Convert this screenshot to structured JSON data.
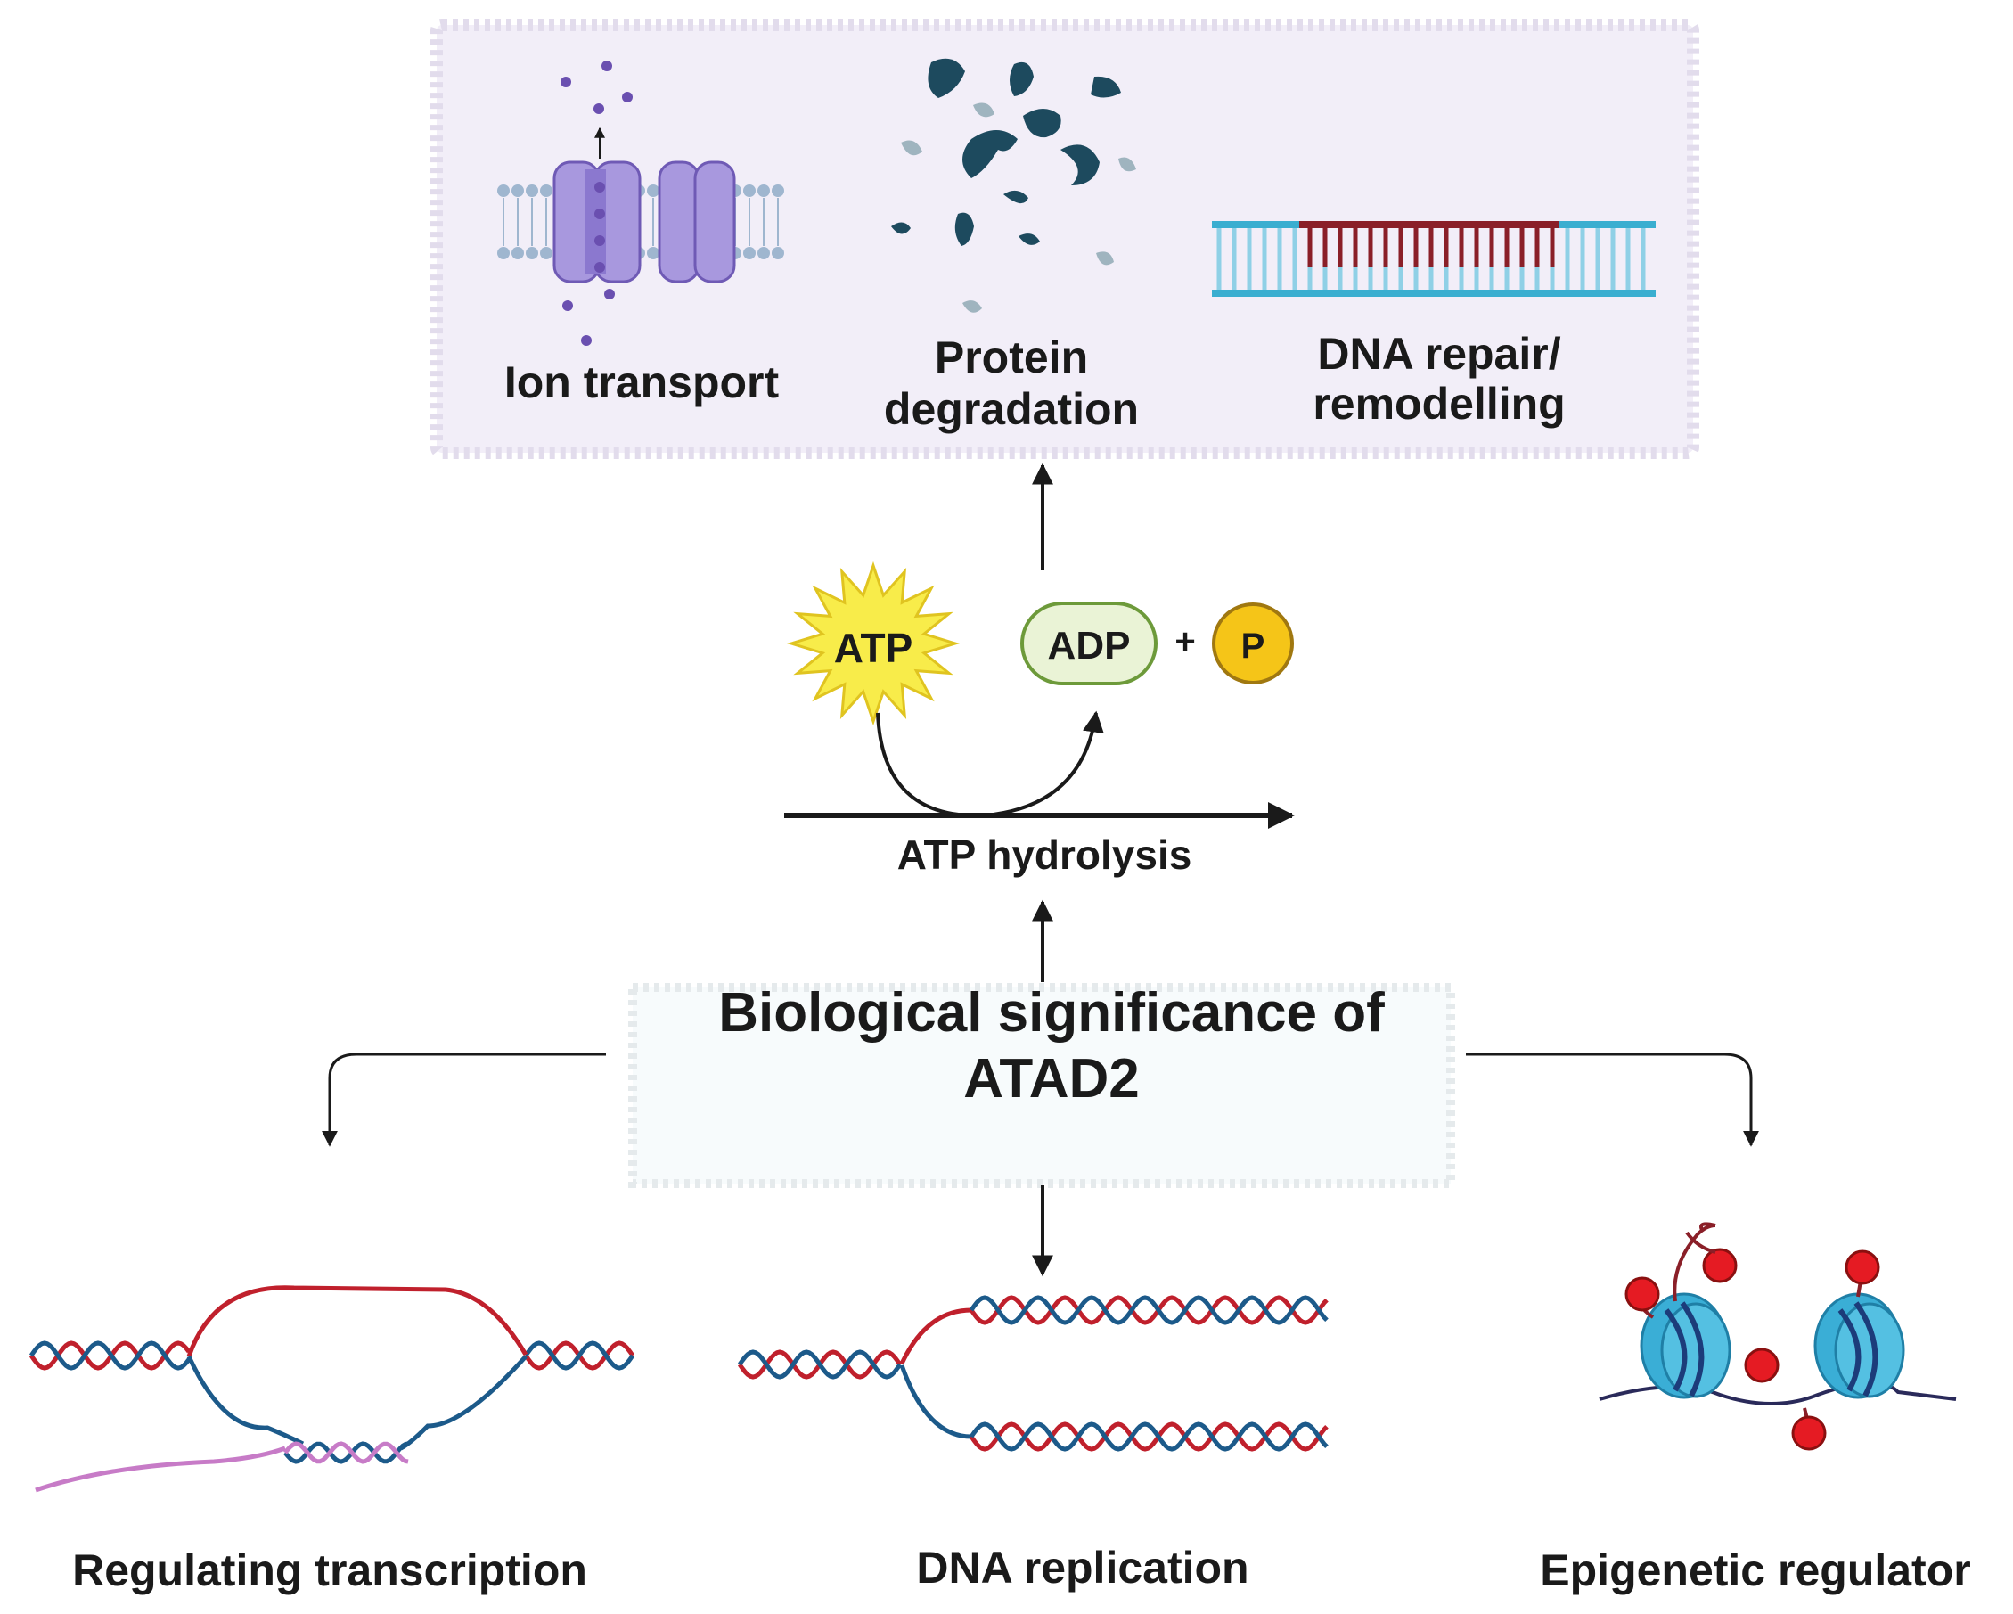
{
  "top_panel": {
    "ion_transport": "Ion transport",
    "protein_degradation_line1": "Protein",
    "protein_degradation_line2": "degradation",
    "dna_repair_line1": "DNA repair/",
    "dna_repair_line2": "remodelling"
  },
  "reaction": {
    "atp": "ATP",
    "adp": "ADP",
    "plus": "+",
    "phosphate": "P",
    "hydrolysis_label": "ATP hydrolysis"
  },
  "center": {
    "title_line1": "Biological significance of",
    "title_line2": "ATAD2"
  },
  "bottom": {
    "transcription": "Regulating transcription",
    "replication": "DNA replication",
    "epigenetic": "Epigenetic regulator"
  },
  "colors": {
    "panel_fill": "#f2eef8",
    "channel_purple": "#a898de",
    "ion_dot": "#6a4fb0",
    "protein_dark": "#1d4a5e",
    "protein_light": "#9fb4bf",
    "dna_blue": "#3aaed0",
    "dna_red": "#8a1f28",
    "atp_yellow": "#f8ec4a",
    "adp_green": "#eaf3d6",
    "phosphate_orange": "#f5c518",
    "strand_red": "#c0202c",
    "strand_blue": "#1c5a8a",
    "rna_pink": "#c77bc7",
    "nucleosome": "#3aaed6",
    "mark_red": "#e51b23"
  }
}
